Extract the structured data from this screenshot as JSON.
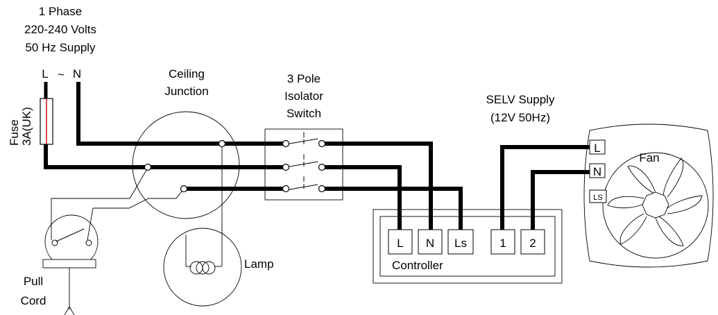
{
  "supply": {
    "line1": "1 Phase",
    "line2": "220-240 Volts",
    "line3": "50 Hz Supply",
    "phase_label": "L",
    "tilde": "~",
    "neutral_label": "N"
  },
  "fuse": {
    "line1": "Fuse",
    "line2": "3A(UK)"
  },
  "ceiling_junction": {
    "line1": "Ceiling",
    "line2": "Junction"
  },
  "isolator": {
    "line1": "3 Pole",
    "line2": "Isolator",
    "line3": "Switch"
  },
  "selv": {
    "line1": "SELV Supply",
    "line2": "(12V 50Hz)"
  },
  "fan": {
    "title": "Fan",
    "terminals": [
      "L",
      "N",
      "LS"
    ]
  },
  "lamp": {
    "label": "Lamp"
  },
  "pull_cord": {
    "line1": "Pull",
    "line2": "Cord"
  },
  "controller": {
    "label": "Controller",
    "terminals": [
      "L",
      "N",
      "Ls",
      "1",
      "2"
    ]
  },
  "colors": {
    "wire": "#000000",
    "fuse_element": "#cc0000",
    "background": "#ffffff"
  }
}
